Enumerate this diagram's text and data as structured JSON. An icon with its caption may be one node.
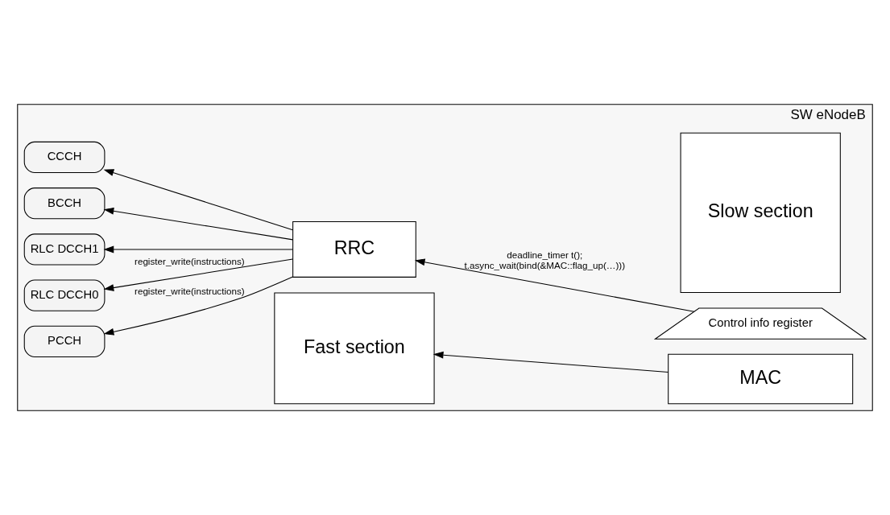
{
  "diagram": {
    "nodes": [
      {
        "text": [
          "SW eNodeB"
        ]
      },
      {
        "text": [
          "Slow section"
        ],
        "in": 0
      },
      {
        "text": [
          "PCCH"
        ],
        "in": 0
      },
      {
        "text": [
          "RLC DCCH0"
        ],
        "in": 0
      },
      {
        "text": [
          "RLC DCCH1"
        ],
        "in": 0
      },
      {
        "text": [
          "BCCH"
        ],
        "in": 0
      },
      {
        "text": [
          "CCCH"
        ],
        "in": 0
      },
      {
        "text": [
          "Control info register"
        ],
        "in": 0
      },
      {
        "text": [
          "Fast section"
        ],
        "in": 0
      },
      {
        "text": [
          "RRC"
        ],
        "in": 0
      },
      {
        "text": [
          "MAC"
        ],
        "in": 0
      }
    ],
    "edges": [
      {
        "from": 9,
        "to": 2,
        "arrow": "to",
        "label": "register_write(instructions)"
      },
      {
        "from": 9,
        "to": 3,
        "arrow": "to",
        "label": "register_write(instructions)"
      },
      {
        "from": 9,
        "to": 4,
        "arrow": "to"
      },
      {
        "from": 9,
        "to": 5,
        "arrow": "to"
      },
      {
        "from": 9,
        "to": 6,
        "arrow": "to"
      },
      {
        "from": 7,
        "to": 9,
        "arrow": "to",
        "label": "deadline_timer t(); t.async_wait(bind(&MAC::flag_up(…)))"
      },
      {
        "from": 10,
        "to": 8,
        "arrow": "to"
      }
    ]
  }
}
